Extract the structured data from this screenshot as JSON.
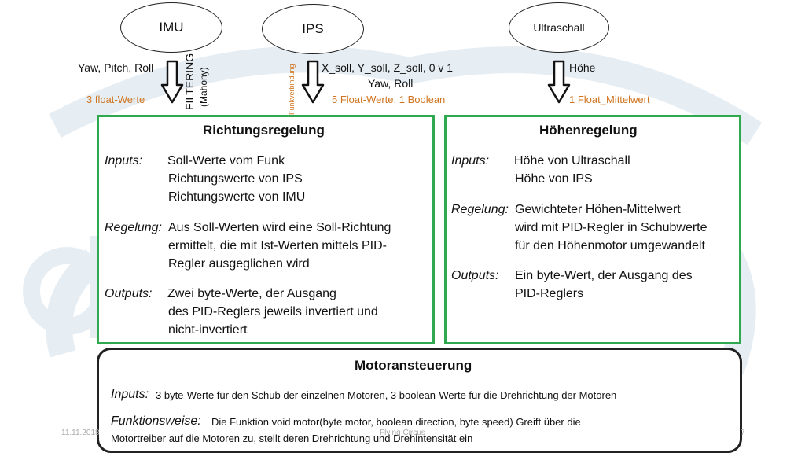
{
  "sources": {
    "imu": "IMU",
    "ips": "IPS",
    "ultraschall": "Ultraschall"
  },
  "flows": {
    "imu_values": "Yaw, Pitch, Roll",
    "imu_type": "3 float-Werte",
    "filtering": "FILTERING",
    "mahony": "(Mahony)",
    "funk": "Funkverbindung",
    "ips_values_1": "X_soll, Y_soll, Z_soll, 0 v 1",
    "ips_values_2": "Yaw, Roll",
    "ips_type": "5 Float-Werte, 1 Boolean",
    "ultra_value": "Höhe",
    "ultra_type": "1 Float_Mittelwert"
  },
  "richtung": {
    "title": "Richtungsregelung",
    "inputs_label": "Inputs:",
    "inputs": [
      "Soll-Werte vom Funk",
      "Richtungswerte von IPS",
      "Richtungswerte von IMU"
    ],
    "regelung_label": "Regelung:",
    "regelung": [
      "Aus Soll-Werten wird eine Soll-Richtung",
      "ermittelt, die mit Ist-Werten mittels PID-",
      "Regler ausgeglichen wird"
    ],
    "outputs_label": "Outputs:",
    "outputs": [
      "Zwei byte-Werte, der Ausgang",
      "des PID-Reglers jeweils invertiert und",
      "nicht-invertiert"
    ]
  },
  "hoehe": {
    "title": "Höhenregelung",
    "inputs_label": "Inputs:",
    "inputs": [
      "Höhe von Ultraschall",
      "Höhe von IPS"
    ],
    "regelung_label": "Regelung:",
    "regelung": [
      "Gewichteter Höhen-Mittelwert",
      "wird mit PID-Regler in Schubwerte",
      "für den Höhenmotor umgewandelt"
    ],
    "outputs_label": "Outputs:",
    "outputs": [
      "Ein byte-Wert, der Ausgang des",
      "PID-Reglers"
    ]
  },
  "motor": {
    "title": "Motoransteuerung",
    "inputs_label": "Inputs:",
    "inputs": "3 byte-Werte für den Schub der einzelnen Motoren, 3 boolean-Werte für die Drehrichtung der Motoren",
    "funktion_label": "Funktionsweise:",
    "funktion_1": "Die Funktion void motor(byte motor, boolean direction, byte speed) Greift über die",
    "funktion_2": "Motortreiber auf die Motoren zu, stellt deren Drehrichtung und Drehintensität ein"
  },
  "footer": {
    "date": "11.11.2018",
    "author": "Flying Circus",
    "page": "7"
  },
  "colors": {
    "green_border": "#2fa84f",
    "orange_text": "#d0741f"
  }
}
